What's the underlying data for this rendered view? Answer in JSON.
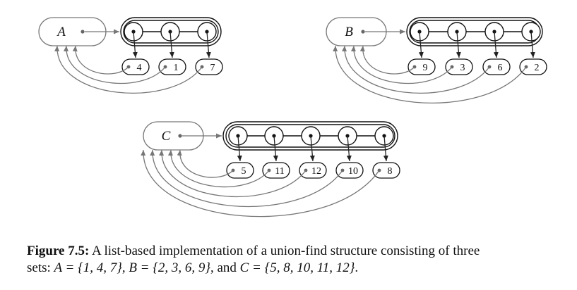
{
  "sets": [
    {
      "name": "A",
      "elements": [
        "4",
        "1",
        "7"
      ]
    },
    {
      "name": "B",
      "elements": [
        "9",
        "3",
        "6",
        "2"
      ]
    },
    {
      "name": "C",
      "elements": [
        "5",
        "11",
        "12",
        "10",
        "8"
      ]
    }
  ],
  "caption": {
    "label": "Figure 7.5:",
    "line1": "A list-based implementation of a union-find structure consisting of three",
    "line2_prefix": "sets: ",
    "set_a": "A = {1, 4, 7}",
    "sep1": ", ",
    "set_b": "B = {2, 3, 6, 9}",
    "sep2": ", and ",
    "set_c": "C = {5, 8, 10, 11, 12}",
    "end": "."
  }
}
